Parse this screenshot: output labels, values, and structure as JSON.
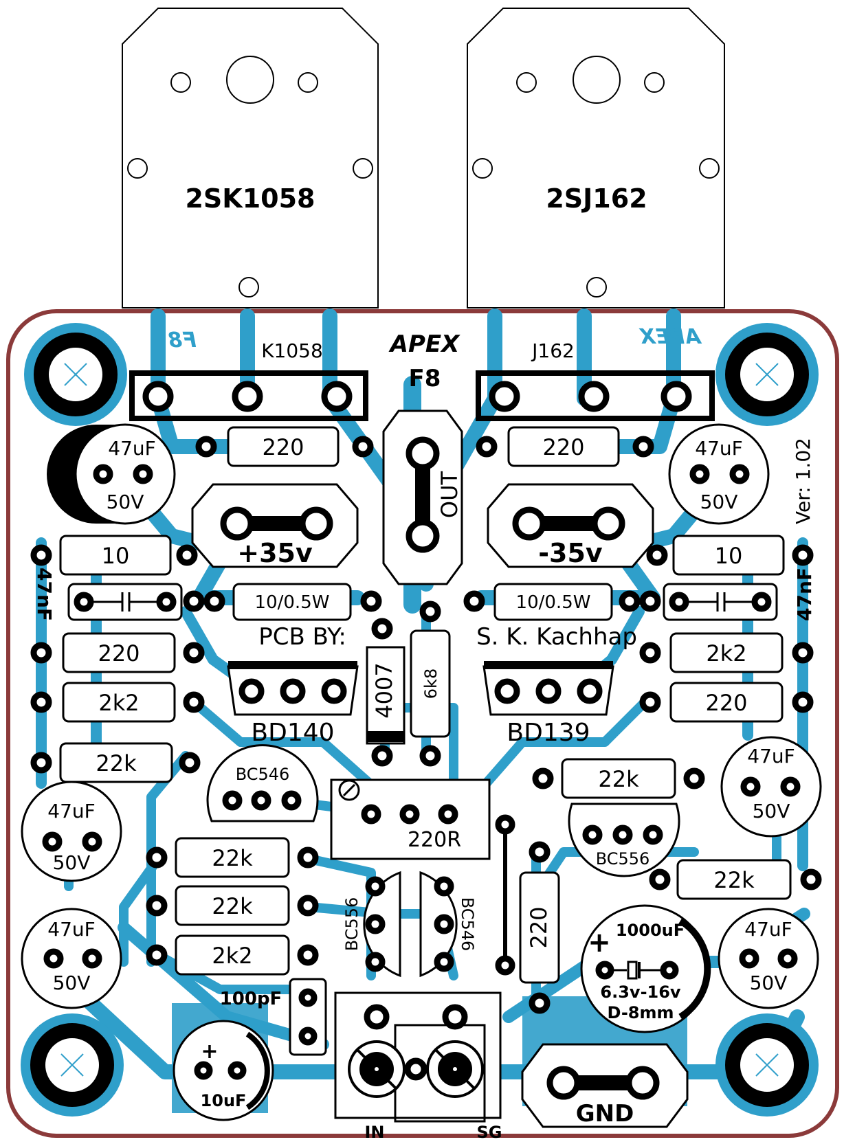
{
  "board": {
    "mosfet_left": "2SK1058",
    "mosfet_right": "2SJ162",
    "footprint_left": "K1058",
    "footprint_right": "J162",
    "brand": "APEX",
    "brand_mirrored": "APEX",
    "model": "F8",
    "model_mirrored": "F8",
    "version": "Ver: 1.02",
    "pcb_by": "PCB BY:",
    "author": "S. K. Kachhap"
  },
  "terminals": {
    "out": "OUT",
    "pos_supply": "+35v",
    "neg_supply": "-35v",
    "gnd": "GND",
    "in": "IN",
    "sg": "SG"
  },
  "resistors": {
    "r220_gate_left": "220",
    "r220_gate_right": "220",
    "r10_left": "10",
    "r10_right": "10",
    "r10w_left": "10/0.5W",
    "r10w_right": "10/0.5W",
    "r220_left": "220",
    "r2k2_left": "2k2",
    "r22k_left": "22k",
    "r2k2_right": "2k2",
    "r220_right": "220",
    "r22k_right_top": "22k",
    "r22k_right_bottom": "22k",
    "r22k_mid_a": "22k",
    "r22k_mid_b": "22k",
    "r2k2_mid": "2k2",
    "r6k8": "6k8",
    "r220_vertical": "220",
    "pot": "220R"
  },
  "capacitors": {
    "c47uf_tl_value": "47uF",
    "c47uf_tl_volt": "50V",
    "c47uf_tr_value": "47uF",
    "c47uf_tr_volt": "50V",
    "c47uf_ml_value": "47uF",
    "c47uf_ml_volt": "50V",
    "c47uf_mr_value": "47uF",
    "c47uf_mr_volt": "50V",
    "c47uf_bl_value": "47uF",
    "c47uf_bl_volt": "50V",
    "c47uf_br_value": "47uF",
    "c47uf_br_volt": "50V",
    "c47nf_left": "47nF",
    "c47nf_right": "47nF",
    "c100pf": "100pF",
    "c10uf": "10uF",
    "c1000uf_value": "1000uF",
    "c1000uf_volt": "6.3v-16v",
    "c1000uf_size": "D-8mm"
  },
  "semis": {
    "bd140": "BD140",
    "bd139": "BD139",
    "diode": "4007",
    "bc546_top": "BC546",
    "bc556_right": "BC556",
    "bc556_bottom": "BC556",
    "bc546_bottom": "BC546"
  },
  "colors": {
    "copper": "#2f9fca",
    "board_edge": "#8b3a3a",
    "silkscreen": "#000000",
    "substrate": "#ffffff",
    "mount_hole_mark": "#2f9fca"
  }
}
